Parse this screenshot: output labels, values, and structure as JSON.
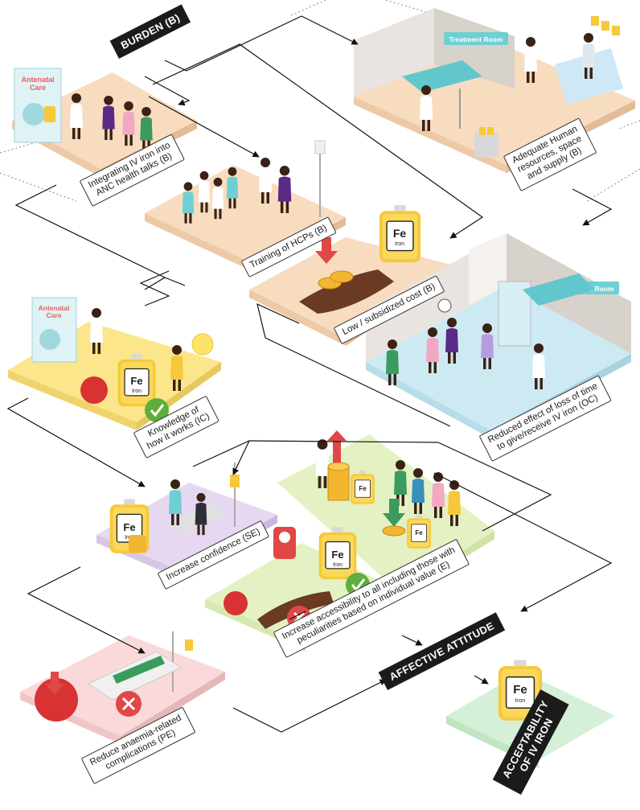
{
  "tags": {
    "burden": "BURDEN (B)",
    "affective": "AFFECTIVE ATTITUDE",
    "acceptability": [
      "ACCEPTABILITY",
      "OF IV IRON"
    ]
  },
  "labels": {
    "integrating": [
      "Integrating IV iron into",
      "ANC health talks (B)"
    ],
    "adequate": [
      "Adequate Human",
      "resources, space",
      "and supply (B)"
    ],
    "training": [
      "Training of HCPs (B)"
    ],
    "lowcost": [
      "Low / subsidized cost (B)"
    ],
    "knowledge": [
      "Knowledge of",
      "how it works (IC)"
    ],
    "reduced_time": [
      "Reduced effect of loss of time",
      "to give/receive IV iron (OC)"
    ],
    "confidence": [
      "Increase confidence (SE)"
    ],
    "accessibility": [
      "Increase accessibility to all including those with",
      "peculiarities based on individual value (E)"
    ],
    "anaemia": [
      "Reduce anaemia-related",
      "complications (PE)"
    ]
  },
  "scene_text": {
    "antenatal_care": [
      "Antenatal",
      "Care"
    ],
    "treatment_room": "Treatment Room",
    "fe": "Fe",
    "iron": "Iron"
  },
  "colors": {
    "beige_platform": "#f8dcc0",
    "yellow_platform": "#fbe68b",
    "blue_platform": "#cdeaf3",
    "lilac_platform": "#e6d8f0",
    "green_platform": "#e4f1c2",
    "pink_platform": "#f9d9d9",
    "mint_platform": "#d5f0d6",
    "iron_bag": "#f5c93a",
    "check_green": "#5fae3c",
    "cross_red": "#e04848",
    "blood_red": "#d83232",
    "tag_black": "#1b1b1b"
  },
  "icons": [
    "iv-bag-icon",
    "check-icon",
    "cross-icon",
    "blood-drop-icon",
    "down-arrow-icon",
    "up-arrow-icon",
    "coin-stack-icon",
    "lightbulb-icon",
    "clock-icon",
    "thumbs-up-icon",
    "hand-icon",
    "person-icon",
    "bed-icon",
    "iv-stand-icon",
    "poster-icon"
  ]
}
